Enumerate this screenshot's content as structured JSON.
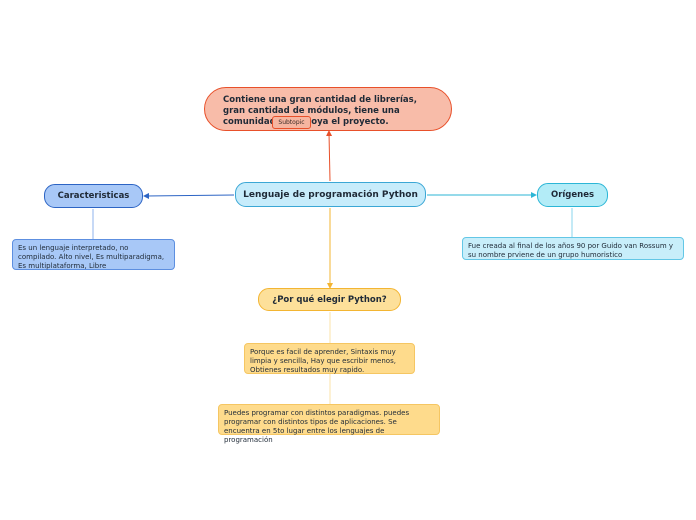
{
  "mindmap": {
    "central_topic": "Lenguaje de programación Python",
    "top": {
      "topic": "Contiene una gran cantidad de librerías, gran cantidad de módulos, tiene una comunidad que apoya el proyecto.",
      "tag": "Subtopic"
    },
    "left": {
      "topic": "Caracteristicas",
      "note": "Es un lenguaje interpretado, no compilado. Alto nivel, Es multiparadigma, Es multiplataforma, Libre"
    },
    "right": {
      "topic": "Orígenes",
      "note": "Fue creada al final de los años 90 por Guido van Rossum y su nombre prviene de un grupo humoristico"
    },
    "bottom": {
      "topic": "¿Por qué elegir Python?",
      "notes": [
        "Porque es facil de aprender, Sintaxis muy limpia y sencilla, Hay que escribir menos, Obtienes resultados muy rapido.",
        "Puedes programar con distintos paradigmas. puedes programar con distintos tipos de aplicaciones. Se encuentra en 5to lugar entre los lenguajes de programación"
      ]
    }
  },
  "colors": {
    "central": "#3ba7d5",
    "top": "#e8502a",
    "left": "#2c64c4",
    "right": "#2bb6d6",
    "bottom": "#f3b532"
  }
}
